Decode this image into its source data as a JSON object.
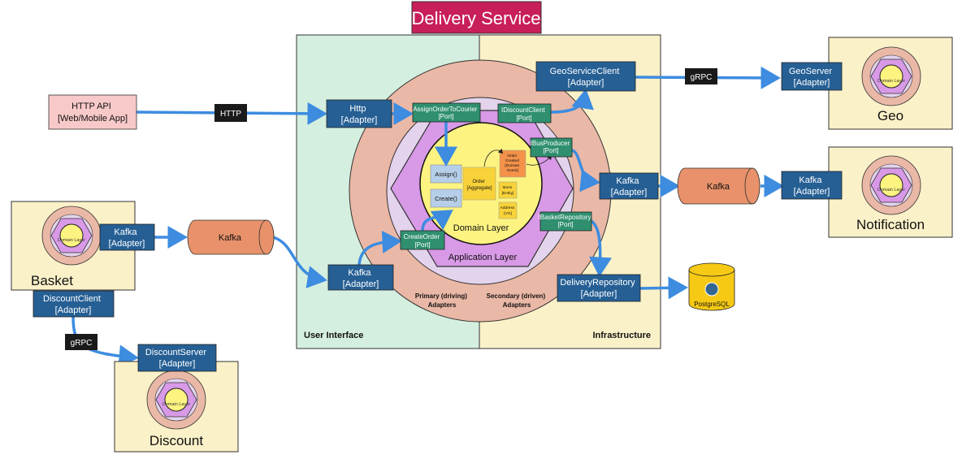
{
  "title": "Delivery Service",
  "colors": {
    "adapter": "#255f94",
    "port": "#2f8f6f",
    "arrow": "#3d8ce0",
    "kafka": "#e8916a",
    "ui_zone": "#d4efdf",
    "infra_zone": "#fbf1c9",
    "hexagon": "#d899e6",
    "domain": "#fdf381",
    "title_bg": "#c81e5a"
  },
  "zones": {
    "user_interface": "User Interface",
    "infrastructure": "Infrastructure",
    "primary_adapters": [
      "Primary (driving)",
      "Adapters"
    ],
    "secondary_adapters": [
      "Secondary (driven)",
      "Adapters"
    ],
    "application_layer": "Application Layer",
    "domain_layer": "Domain Layer"
  },
  "domain": {
    "assign": "Assign()",
    "create": "Create()",
    "order": [
      "Order",
      "[Aggregate]"
    ],
    "event": [
      "Order",
      "Created",
      "[Domain",
      "Event]"
    ],
    "items": [
      "Items",
      "[Entity]"
    ],
    "address": [
      "Address",
      "[VO]"
    ]
  },
  "adapters": {
    "http": [
      "Http",
      "[Adapter]"
    ],
    "kafka_in": [
      "Kafka",
      "[Adapter]"
    ],
    "geo_client": [
      "GeoServiceClient",
      "[Adapter]"
    ],
    "kafka_out": [
      "Kafka",
      "[Adapter]"
    ],
    "delivery_repo": [
      "DeliveryRepository",
      "[Adapter]"
    ],
    "geo_server": [
      "GeoServer",
      "[Adapter]"
    ],
    "notif_kafka": [
      "Kafka",
      "[Adapter]"
    ],
    "basket_kafka": [
      "Kafka",
      "[Adapter]"
    ],
    "discount_client": [
      "DiscountClient",
      "[Adapter]"
    ],
    "discount_server": [
      "DiscountServer",
      "[Adapter]"
    ]
  },
  "ports": {
    "assign_order": [
      "AssignOrderToCourier",
      "[Port]"
    ],
    "idiscount": [
      "IDiscountClient",
      "[Port]"
    ],
    "ibus": [
      "IBusProducer",
      "[Port]"
    ],
    "create_order": [
      "CreateOrder",
      "[Port]"
    ],
    "ibasket": [
      "IBasketRepository",
      "[Port]"
    ]
  },
  "external": {
    "http_api": [
      "HTTP API",
      "[Web/Mobile App]"
    ],
    "http_label": "HTTP",
    "grpc_geo": "gRPC",
    "grpc_discount": "gRPC",
    "kafka_left": "Kafka",
    "kafka_right": "Kafka",
    "postgres": "PostgreSQL"
  },
  "services": {
    "geo": "Geo",
    "notification": "Notification",
    "basket": "Basket",
    "discount": "Discount",
    "mini_domain": "Domain Layer"
  }
}
